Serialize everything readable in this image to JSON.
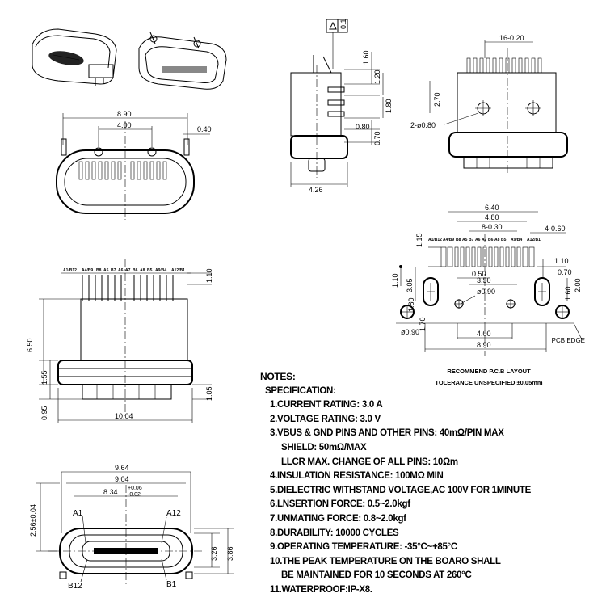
{
  "dims": {
    "front_top": {
      "width": "8.90",
      "pitch": "4.00",
      "pin": "0.40"
    },
    "side": {
      "flatness": "0.1",
      "d1": "1.60",
      "d2": "1.20",
      "d3": "1.80",
      "d4": "0.80",
      "d5": "0.70",
      "width": "4.26"
    },
    "top_right": {
      "pitch": "16-0.20",
      "h": "2.70",
      "holes": "2-ø0.80"
    },
    "front_main": {
      "height": "6.50",
      "flange": "1.55",
      "tail": "0.95",
      "width": "10.04",
      "top": "1.10",
      "right": "1.05"
    },
    "receptacle": {
      "w1": "9.64",
      "w2": "9.04",
      "w3": "8.34",
      "tol_plus": "+0.06",
      "tol_minus": "-0.02",
      "h": "2.56±0.04",
      "h2": "3.26",
      "h3": "3.86",
      "a1": "A1",
      "a12": "A12",
      "b12": "B12",
      "b1": "B1"
    },
    "pcb": {
      "w_outer": "6.40",
      "w_inner": "4.80",
      "pitch": "8-0.30",
      "pads": "4-0.60",
      "d115": "1.15",
      "d305": "3.05",
      "d110": "1.10",
      "d070": "0.70",
      "slot": "1.10",
      "d200": "2.00",
      "d160": "1.60",
      "s050": "0.50",
      "s350": "3.50",
      "hole": "ø0.90",
      "d180": "1.80",
      "d170": "1.70",
      "d090": "ø0.90",
      "d400": "4.00",
      "d890": "8.90",
      "edge": "PCB EDGE"
    }
  },
  "pin_labels": [
    "A1/B12",
    "A4/B9",
    "B8",
    "A5",
    "B7",
    "A6",
    "A7",
    "B6",
    "A8",
    "B5",
    "A9/B4",
    "A12/B1"
  ],
  "pcb_title": "RECOMMEND P.C.B LAYOUT",
  "pcb_tolerance": "TOLERANCE UNSPECIFIED ±0.05mm",
  "notes": {
    "heading": "NOTES:",
    "spec": "SPECIFICATION:",
    "items": [
      "1.CURRENT RATING: 3.0 A",
      "2.VOLTAGE RATING: 3.0 V",
      "3.VBUS & GND PINS AND OTHER PINS: 40mΩ/PIN MAX",
      "SHIELD: 50mΩ/MAX",
      "LLCR MAX. CHANGE OF ALL PINS: 10Ωm",
      "4.INSULATION RESISTANCE:  100MΩ MIN",
      "5.DIELECTRIC WITHSTAND VOLTAGE,AC 100V FOR 1MINUTE",
      "6.LNSERTION FORCE: 0.5~2.0kgf",
      "7.UNMATING FORCE: 0.8~2.0kgf",
      "8.DURABILITY: 10000 CYCLES",
      "9.OPERATING TEMPERATURE: -35°C~+85°C",
      "10.THE PEAK TEMPERATURE ON THE BOARO SHALL",
      "BE MAINTAINED FOR 10 SECONDS AT 260°C",
      "11.WATERPROOF:IP-X8."
    ]
  }
}
